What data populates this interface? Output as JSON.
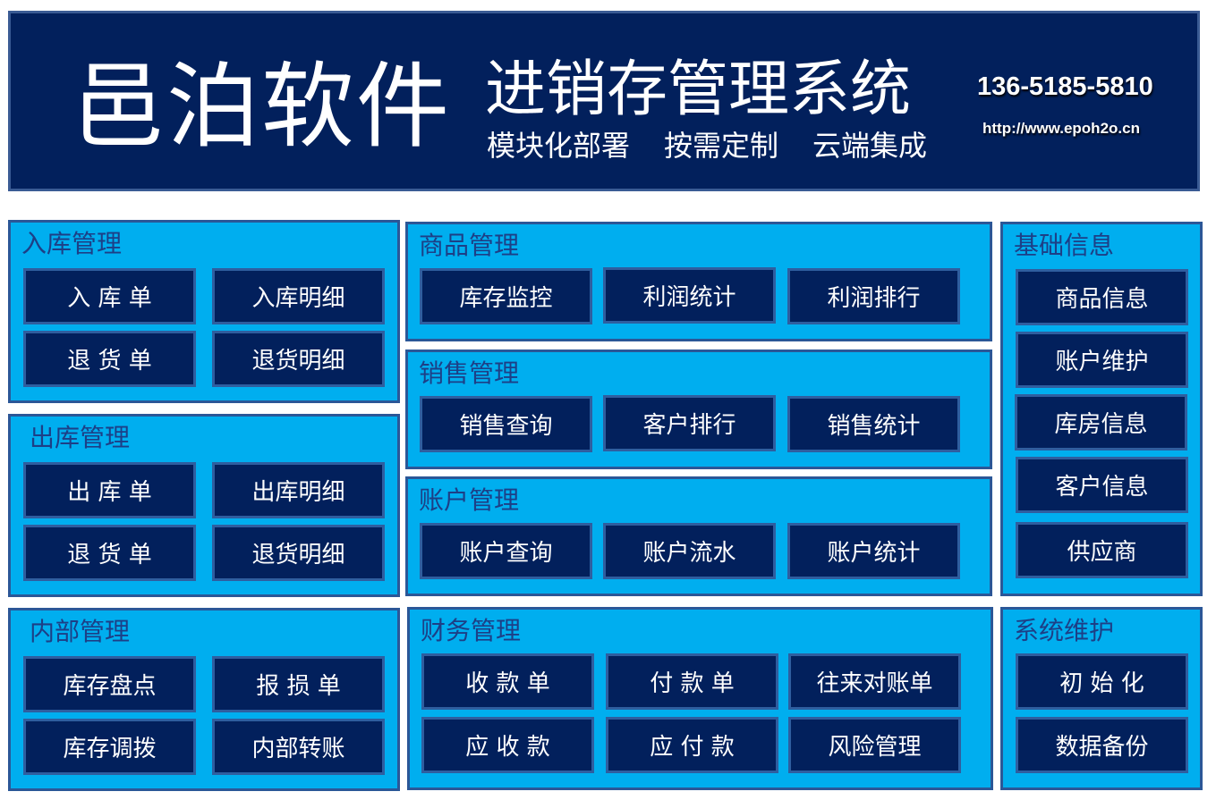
{
  "header": {
    "brand": "邑泊软件",
    "system_title": "进销存管理系统",
    "slogans": [
      "模块化部署",
      "按需定制",
      "云端集成"
    ],
    "phone": "136-5185-5810",
    "url": "http://www.epoh2o.cn"
  },
  "colors": {
    "header_bg": "#02205c",
    "panel_bg": "#00aeef",
    "panel_border": "#2b5797",
    "button_bg": "#02205c",
    "panel_title": "#1d3f86",
    "button_text": "#ffffff"
  },
  "modules": {
    "inbound": {
      "title": "入库管理",
      "items": [
        "入 库 单",
        "入库明细",
        "退 货 单",
        "退货明细"
      ]
    },
    "outbound": {
      "title": "出库管理",
      "items": [
        "出 库 单",
        "出库明细",
        "退 货 单",
        "退货明细"
      ]
    },
    "internal": {
      "title": "内部管理",
      "items": [
        "库存盘点",
        "报 损 单",
        "库存调拨",
        "内部转账"
      ]
    },
    "goods": {
      "title": "商品管理",
      "items": [
        "库存监控",
        "利润统计",
        "利润排行"
      ]
    },
    "sales": {
      "title": "销售管理",
      "items": [
        "销售查询",
        "客户排行",
        "销售统计"
      ]
    },
    "accounts": {
      "title": "账户管理",
      "items": [
        "账户查询",
        "账户流水",
        "账户统计"
      ]
    },
    "finance": {
      "title": "财务管理",
      "items": [
        "收 款 单",
        "付 款 单",
        "往来对账单",
        "应 收 款",
        "应 付 款",
        "风险管理"
      ]
    },
    "basic": {
      "title": "基础信息",
      "items": [
        "商品信息",
        "账户维护",
        "库房信息",
        "客户信息",
        "供应商"
      ]
    },
    "system": {
      "title": "系统维护",
      "items": [
        "初 始 化",
        "数据备份"
      ]
    }
  }
}
